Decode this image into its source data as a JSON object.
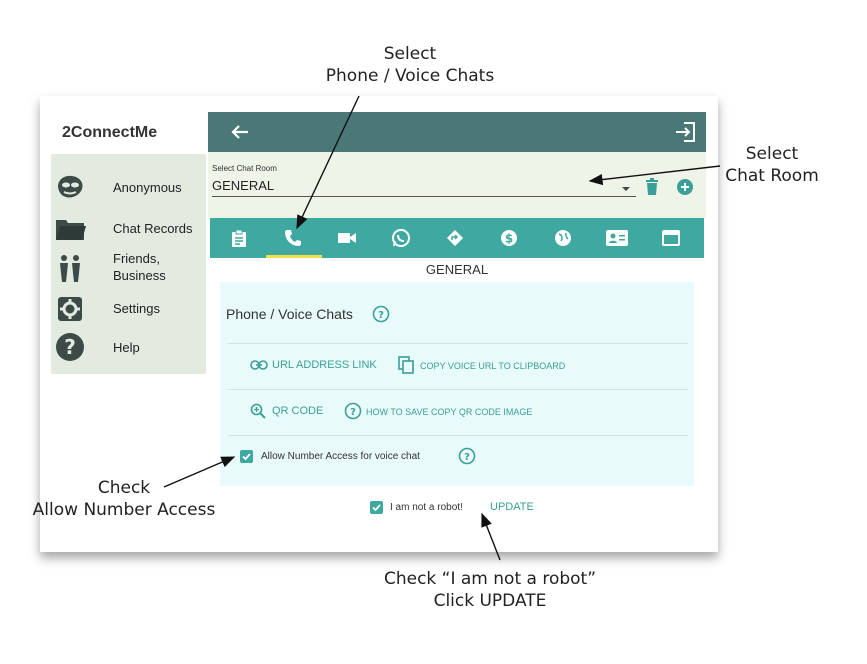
{
  "app": {
    "name": "2ConnectMe"
  },
  "sidebar": {
    "items": [
      {
        "label": "Anonymous",
        "icon": "anonymous-mask-icon"
      },
      {
        "label": "Chat Records",
        "icon": "folder-icon"
      },
      {
        "label": "Friends,\nBusiness",
        "icon": "people-icon"
      },
      {
        "label": "Settings",
        "icon": "gear-icon"
      },
      {
        "label": "Help",
        "icon": "help-circle-icon"
      }
    ]
  },
  "chat_room": {
    "label": "Select Chat Room",
    "value": "GENERAL"
  },
  "tabs": [
    {
      "icon": "clipboard-icon"
    },
    {
      "icon": "phone-icon",
      "active": true
    },
    {
      "icon": "video-camera-icon"
    },
    {
      "icon": "whatsapp-icon"
    },
    {
      "icon": "directions-icon"
    },
    {
      "icon": "dollar-circle-icon"
    },
    {
      "icon": "globe-icon"
    },
    {
      "icon": "contact-card-icon"
    },
    {
      "icon": "web-asset-icon"
    }
  ],
  "room_title": "GENERAL",
  "voice": {
    "heading": "Phone / Voice Chats",
    "url_link": "URL ADDRESS LINK",
    "copy_url": "COPY VOICE URL TO CLIPBOARD",
    "qr_code": "QR CODE",
    "how_to_save": "HOW TO SAVE COPY QR CODE IMAGE",
    "allow_number": "Allow Number Access for voice chat",
    "allow_number_checked": true
  },
  "footer": {
    "robot_label": "I am not a robot!",
    "robot_checked": true,
    "update": "UPDATE"
  },
  "callouts": {
    "select_phone_1": "Select",
    "select_phone_2": "Phone / Voice Chats",
    "select_room_1": "Select",
    "select_room_2": "Chat Room",
    "check_allow_1": "Check",
    "check_allow_2": "Allow Number Access",
    "check_robot_1": "Check “I am not a  robot”",
    "check_robot_2": "Click UPDATE"
  },
  "colors": {
    "topbar": "#4a7876",
    "tabbar": "#3ea8a1",
    "accent": "#3a9f98",
    "sidebar_bg": "#e3ebe0",
    "card_bg": "#e8fafa",
    "tab_underline": "#f2e24a"
  }
}
